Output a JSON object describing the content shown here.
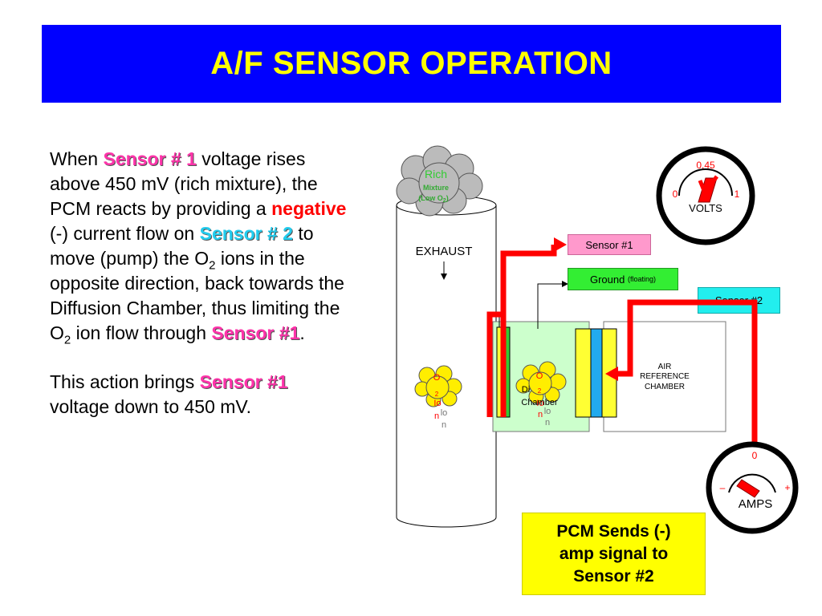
{
  "title": "A/F SENSOR OPERATION",
  "text": {
    "p1_a": "When ",
    "p1_s1": "Sensor # 1",
    "p1_b": " voltage rises above 450 mV (rich mixture), the PCM reacts by providing a ",
    "p1_neg": "negative",
    "p1_c": " (-) current flow on ",
    "p1_s2": "Sensor # 2",
    "p1_d": " to move (pump) the O",
    "p1_sub1": "2",
    "p1_e": " ions in the opposite direction, back towards the Diffusion Chamber, thus limiting the O",
    "p1_sub2": "2",
    "p1_f": " ion flow through ",
    "p1_s3": "Sensor #1",
    "p1_g": ".",
    "p2_a": "This action brings ",
    "p2_s": "Sensor #1",
    "p2_b": " voltage down to 450 mV."
  },
  "diagram": {
    "cloud_rich": "Rich",
    "cloud_mixture": "Mixture",
    "cloud_low": "(Low O",
    "cloud_low_sub": "2",
    "cloud_close": ")",
    "exhaust": "EXHAUST",
    "ion_o": "O",
    "ion_2": "2",
    "ion_io": "Io",
    "ion_n": "n",
    "ion_lo": "lo",
    "diffusion_partial": "Di",
    "chamber_partial": "Chamber",
    "air_ref_1": "AIR",
    "air_ref_2": "REFERENCE",
    "air_ref_3": "CHAMBER",
    "sensor1_label": "Sensor #1",
    "ground_label": "Ground",
    "ground_sub": "(floating)",
    "sensor2_label": "Sensor #2",
    "volts": {
      "zero": "0",
      "one": "1",
      "mid": "0.45",
      "unit": "VOLTS"
    },
    "amps": {
      "zero": "0",
      "minus": "–",
      "plus": "+",
      "unit": "AMPS"
    },
    "pcm_line1": "PCM Sends (-)",
    "pcm_line2": "amp signal to",
    "pcm_line3": "Sensor #2"
  },
  "colors": {
    "title_bg": "#0000ff",
    "title_fg": "#ffff00",
    "sensor1_box": "#ff99cc",
    "ground_box": "#33ee33",
    "sensor2_box": "#22eeee",
    "wire": "#ff0000",
    "pcm_box": "#ffff00"
  }
}
